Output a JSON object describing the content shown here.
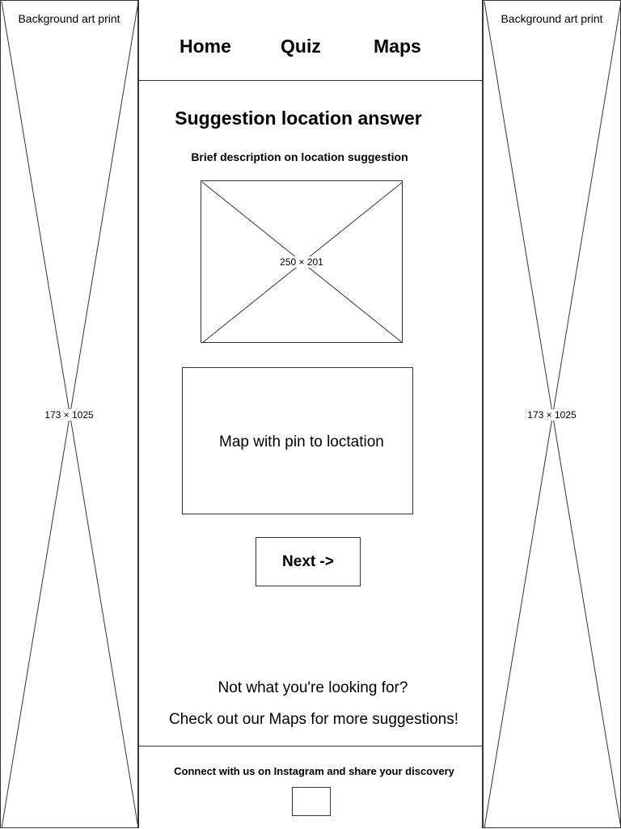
{
  "left_panel": {
    "title": "Background art print",
    "dimensions": "173 × 1025"
  },
  "right_panel": {
    "title": "Background art print",
    "dimensions": "173 × 1025"
  },
  "nav": {
    "home": "Home",
    "quiz": "Quiz",
    "maps": "Maps"
  },
  "main": {
    "heading": "Suggestion location answer",
    "description": "Brief description on location suggestion",
    "image_dimensions": "250 × 201",
    "map_label": "Map with pin to loctation",
    "next_label": "Next ->"
  },
  "cta": {
    "line1": "Not what you're looking for?",
    "line2": "Check out our Maps for more suggestions!"
  },
  "footer": {
    "text": "Connect with us on Instagram and share your discovery"
  },
  "icons": {
    "instagram": "instagram-icon"
  },
  "colors": {
    "stroke": "#333333",
    "background": "#ffffff",
    "text": "#000000"
  }
}
